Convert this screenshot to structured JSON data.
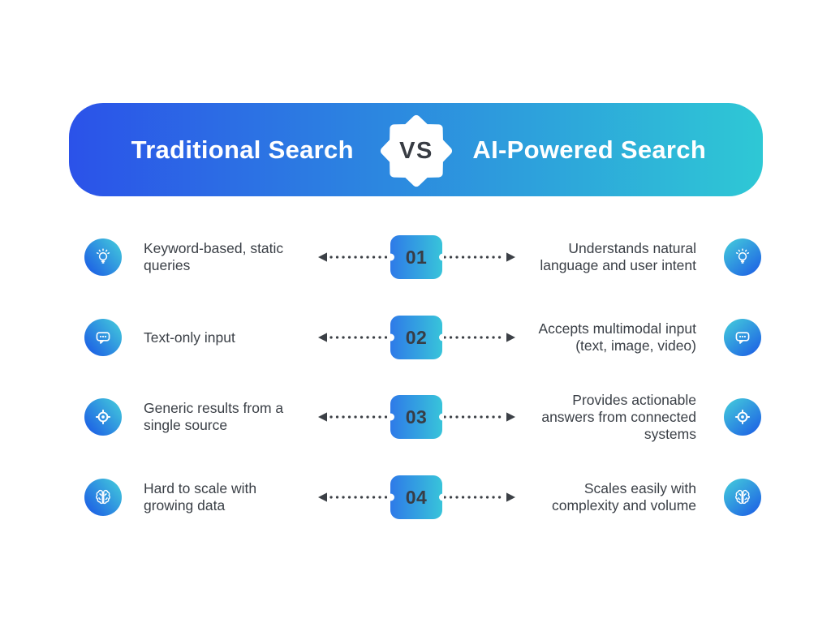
{
  "header": {
    "left_title": "Traditional Search",
    "vs_label": "VS",
    "right_title": "AI-Powered Search"
  },
  "rows": [
    {
      "number": "01",
      "icon": "lightbulb-icon",
      "traditional": "Keyword-based, static queries",
      "ai": "Understands natural language and user intent"
    },
    {
      "number": "02",
      "icon": "chat-dots-icon",
      "traditional": "Text-only input",
      "ai": "Accepts multimodal input (text, image, video)"
    },
    {
      "number": "03",
      "icon": "target-icon",
      "traditional": "Generic results from a single source",
      "ai": "Provides actionable answers from connected systems"
    },
    {
      "number": "04",
      "icon": "brain-icon",
      "traditional": "Hard to scale with growing data",
      "ai": "Scales easily with complexity and volume"
    }
  ],
  "colors": {
    "banner_gradient_start": "#2B52E9",
    "banner_gradient_end": "#2EC8D5",
    "icon_blue": "#1E63E4",
    "icon_teal": "#45CFDB",
    "badge_gradient_start": "#2E7AE8",
    "badge_gradient_end": "#38C4DA",
    "body_text": "#3A3F46",
    "arrow": "#3C4046",
    "vs_badge_bg": "#FFFFFF",
    "vs_text": "#383C43",
    "title_text": "#FFFFFF",
    "background": "#FFFFFF"
  }
}
